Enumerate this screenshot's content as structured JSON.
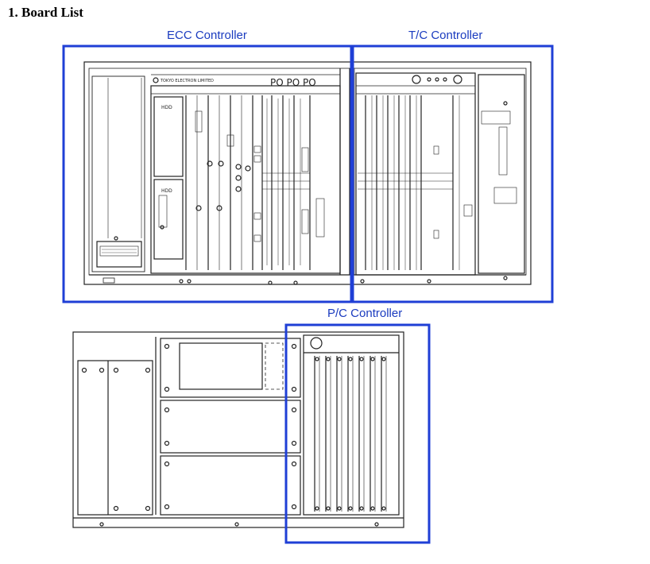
{
  "heading": "1. Board List",
  "sections": {
    "ecc": {
      "label": "ECC Controller"
    },
    "tc": {
      "label": "T/C Controller"
    },
    "pc": {
      "label": "P/C Controller"
    }
  },
  "panel_texts": {
    "brand": "TOKYO ELECTRON LIMITED",
    "hdd1": "HDD",
    "hdd2": "HDD"
  },
  "colors": {
    "highlight": "#1f3fd6",
    "label": "#1a3bbf",
    "drawing": "#222222"
  }
}
